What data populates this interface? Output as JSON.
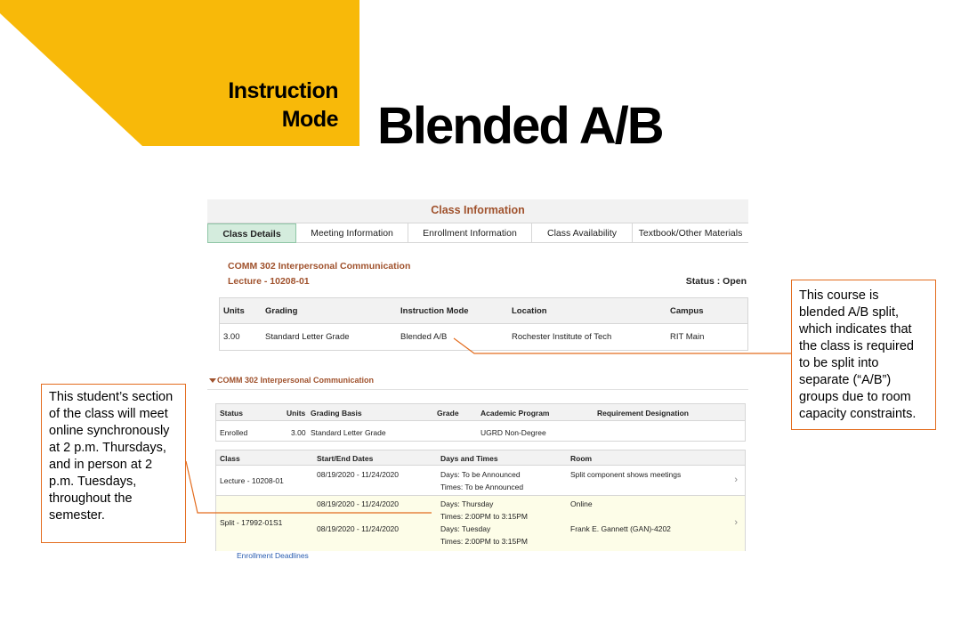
{
  "slide": {
    "mode_label_line1": "Instruction",
    "mode_label_line2": "Mode",
    "title": "Blended A/B",
    "accent_color": "#f8b909",
    "callout_border_color": "#e36c1e"
  },
  "panel": {
    "header": "Class Information",
    "tabs": [
      {
        "label": "Class Details",
        "active": true
      },
      {
        "label": "Meeting Information",
        "active": false
      },
      {
        "label": "Enrollment Information",
        "active": false
      },
      {
        "label": "Class Availability",
        "active": false
      },
      {
        "label": "Textbook/Other Materials",
        "active": false
      }
    ],
    "course_title": "COMM 302 Interpersonal Communication",
    "section": "Lecture - 10208-01",
    "status": "Status : Open",
    "info_table": {
      "headers": [
        "Units",
        "Grading",
        "Instruction Mode",
        "Location",
        "Campus"
      ],
      "row": [
        "3.00",
        "Standard Letter Grade",
        "Blended A/B",
        "Rochester Institute of Tech",
        "RIT Main"
      ]
    },
    "enrollment_section_title": "COMM 302 Interpersonal Communication",
    "enrollment_table": {
      "headers": [
        "Status",
        "Units",
        "Grading Basis",
        "Grade",
        "Academic Program",
        "Requirement Designation"
      ],
      "row": [
        "Enrolled",
        "3.00",
        "Standard Letter Grade",
        "",
        "UGRD Non-Degree",
        ""
      ]
    },
    "class_table": {
      "headers": [
        "Class",
        "Start/End Dates",
        "Days and Times",
        "Room"
      ],
      "lecture": {
        "class": "Lecture - 10208-01",
        "dates": "08/19/2020 - 11/24/2020",
        "days": "Days: To be Announced",
        "times": "Times: To be Announced",
        "room": "Split component shows meetings"
      },
      "split": {
        "class": "Split - 17992-01S1",
        "meeting1": {
          "dates": "08/19/2020 - 11/24/2020",
          "days": "Days: Thursday",
          "times": "Times: 2:00PM to 3:15PM",
          "room": "Online"
        },
        "meeting2": {
          "dates": "08/19/2020 - 11/24/2020",
          "days": "Days: Tuesday",
          "times": "Times: 2:00PM to 3:15PM",
          "room": "Frank E. Gannett (GAN)-4202"
        }
      }
    },
    "enrollment_deadlines_link": "Enrollment Deadlines"
  },
  "callouts": {
    "right": "This course is blended A/B split, which indicates that the class is required to be split into separate (“A/B”) groups due to room capacity constraints.",
    "left": "This student’s section of the class will meet online synchronously at 2 p.m. Thursdays, and in person at 2 p.m. Tuesdays, throughout the semester."
  }
}
